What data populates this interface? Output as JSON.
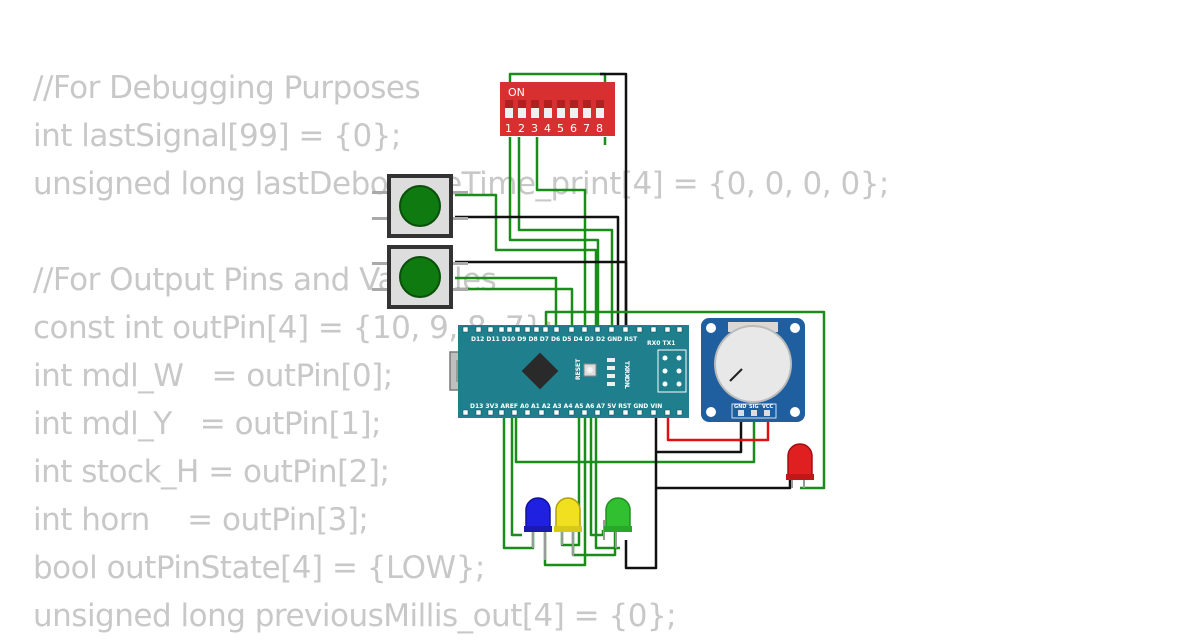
{
  "code_lines": [
    "//For Debugging Purposes",
    "int lastSignal[99] = {0};",
    "unsigned long lastDebounceTime_print[4] = {0, 0, 0, 0};",
    "",
    "//For Output Pins and Variables",
    "const int outPin[4] = {10, 9, 8, 7};",
    "int mdl_W   = outPin[0];",
    "int mdl_Y   = outPin[1];",
    "int stock_H = outPin[2];",
    "int horn    = outPin[3];",
    "bool outPinState[4] = {LOW};",
    "unsigned long previousMillis_out[4] = {0};"
  ],
  "dip_switch": {
    "on_label": "ON",
    "numbers": [
      "1",
      "2",
      "3",
      "4",
      "5",
      "6",
      "7",
      "8"
    ]
  },
  "arduino": {
    "top_pins": "D12 D11 D10 D9 D8 D7 D6 D5 D4 D3 D2 GND RST",
    "top_right": "RX0 TX1",
    "bottom_pins": "D13 3V3 AREF A0 A1 A2 A3 A4 A5 A6 A7 5V RST GND VIN",
    "reset_label": "RESET",
    "led_labels": [
      "TX",
      "RX",
      "ON",
      "L"
    ]
  },
  "potentiometer": {
    "pins": [
      "GND",
      "SIG",
      "VCC"
    ]
  },
  "colors": {
    "code_text": "#c8c8c8",
    "wire_green": "#1a8c1a",
    "wire_black": "#111111",
    "wire_red": "#e01010",
    "dip_body": "#d83030",
    "board": "#1f7f8c",
    "led_blue": "#2020e0",
    "led_yellow": "#f0e020",
    "led_green": "#30c030",
    "led_red": "#e02020"
  }
}
